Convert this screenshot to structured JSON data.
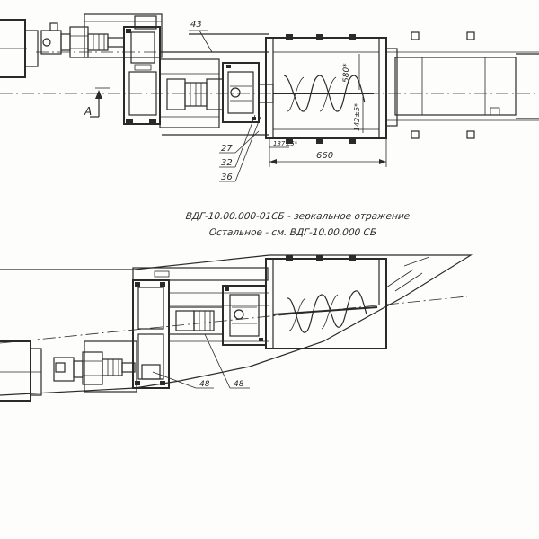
{
  "drawing": {
    "callouts": {
      "top_main": "43",
      "part_27": "27",
      "part_32": "32",
      "part_36": "36",
      "lower_48a": "48",
      "lower_48b": "48"
    },
    "dimensions": {
      "span_660": "660",
      "width_580": "580*",
      "height_142": "142±5*",
      "offset_137": "137±5*"
    },
    "section_marker": "A",
    "notes": {
      "line1": "ВДГ-10.00.000-01СБ - зеркальное отражение",
      "line2": "Остальное - см. ВДГ-10.00.000 СБ"
    }
  }
}
